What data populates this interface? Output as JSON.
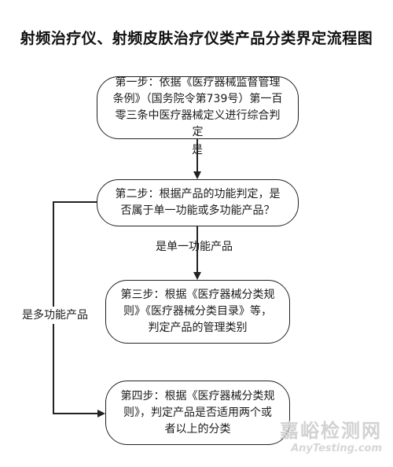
{
  "title": "射频治疗仪、射频皮肤治疗仪类产品分类界定流程图",
  "steps": [
    {
      "text": "第一步：依据《医疗器械监督管理条例》（国务院令第739号）第一百零三条中医疗器械定义进行综合判定"
    },
    {
      "text": "第二步：根据产品的功能判定，是否属于单一功能或多功能产品？"
    },
    {
      "text": "第三步：根据《医疗器械分类规则》《医疗器械分类目录》等，判定产品的管理类别"
    },
    {
      "text": "第四步：根据《医疗器械分类规则》，判定产品是否适用两个或者以上的分类"
    }
  ],
  "edge_labels": {
    "yes": "是",
    "single_function": "是单一功能产品",
    "multi_function": "是多功能产品"
  },
  "watermark": {
    "cn": "嘉峪检测网",
    "en": "AnyTesting.com"
  }
}
